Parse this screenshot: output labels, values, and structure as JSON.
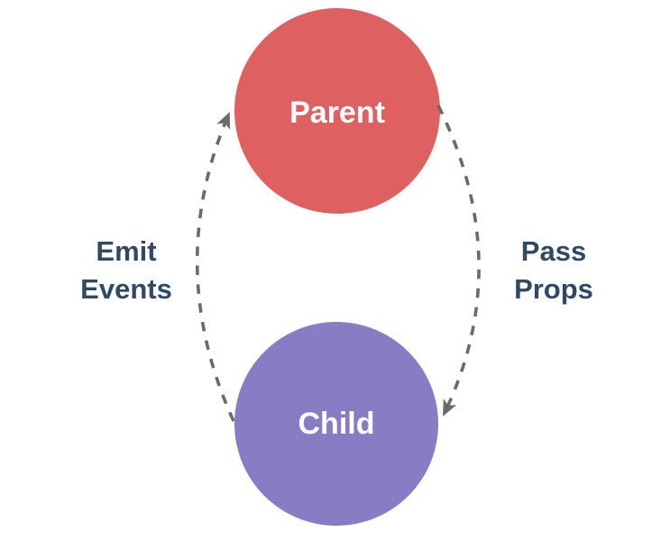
{
  "diagram": {
    "title": "parent-child component communication",
    "background_color": "#ffffff",
    "arrow_color": "#6A6A6A",
    "edge_label_color": "#2F4A62",
    "nodes": [
      {
        "id": "parent",
        "label": "Parent",
        "color": "#DF6060",
        "text_color": "#ffffff"
      },
      {
        "id": "child",
        "label": "Child",
        "color": "#8A7CC4",
        "text_color": "#ffffff"
      }
    ],
    "edges": [
      {
        "id": "emit-events",
        "label_line1": "Emit",
        "label_line2": "Events",
        "from": "Child",
        "to": "Parent",
        "style": "dashed",
        "side": "left"
      },
      {
        "id": "pass-props",
        "label_line1": "Pass",
        "label_line2": "Props",
        "from": "Parent",
        "to": "Child",
        "style": "dashed",
        "side": "right"
      }
    ]
  }
}
